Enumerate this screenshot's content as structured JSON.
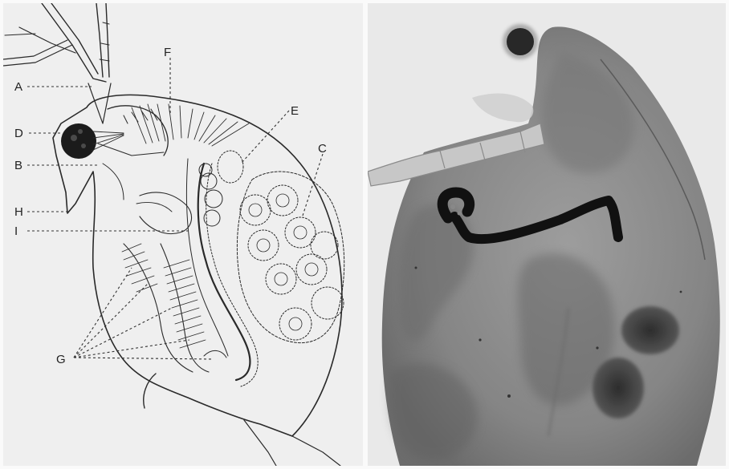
{
  "figure": {
    "labels": [
      {
        "id": "A",
        "text": "A"
      },
      {
        "id": "B",
        "text": "B"
      },
      {
        "id": "C",
        "text": "C"
      },
      {
        "id": "D",
        "text": "D"
      },
      {
        "id": "E",
        "text": "E"
      },
      {
        "id": "F",
        "text": "F"
      },
      {
        "id": "G",
        "text": "G"
      },
      {
        "id": "H",
        "text": "H"
      },
      {
        "id": "I",
        "text": "I"
      }
    ]
  },
  "icons": {
    "left_panel": "line-drawing-of-daphnia",
    "right_panel": "micrograph-of-daphnia"
  }
}
